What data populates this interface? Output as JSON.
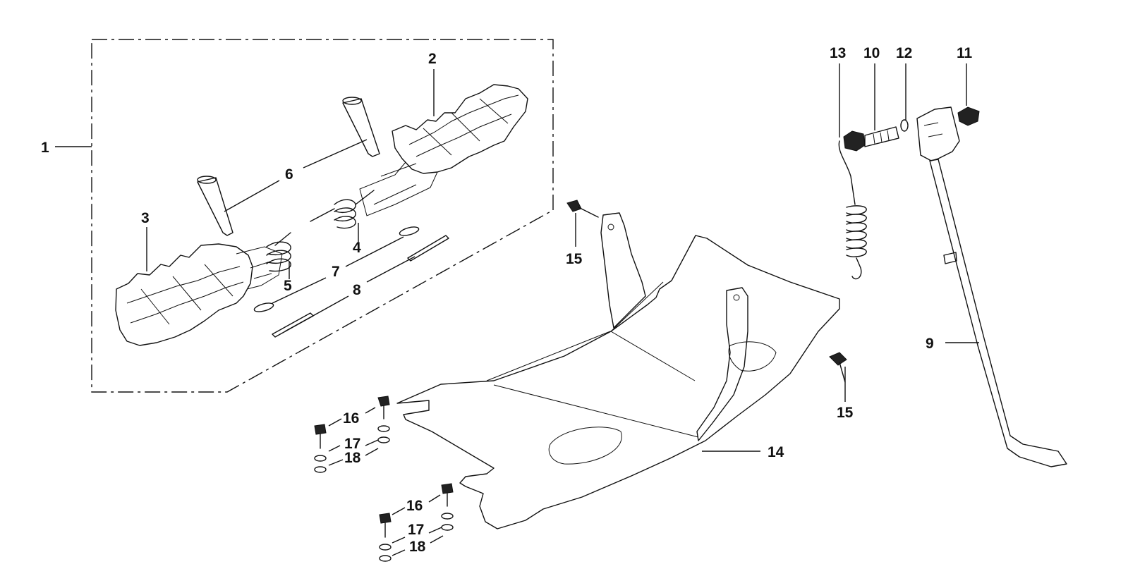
{
  "diagram": {
    "callouts": {
      "c1": "1",
      "c2": "2",
      "c3": "3",
      "c4": "4",
      "c5": "5",
      "c6": "6",
      "c7": "7",
      "c8": "8",
      "c9": "9",
      "c10": "10",
      "c11": "11",
      "c12": "12",
      "c13": "13",
      "c14": "14",
      "c15a": "15",
      "c15b": "15",
      "c16a": "16",
      "c16b": "16",
      "c17a": "17",
      "c17b": "17",
      "c18a": "18",
      "c18b": "18"
    }
  }
}
